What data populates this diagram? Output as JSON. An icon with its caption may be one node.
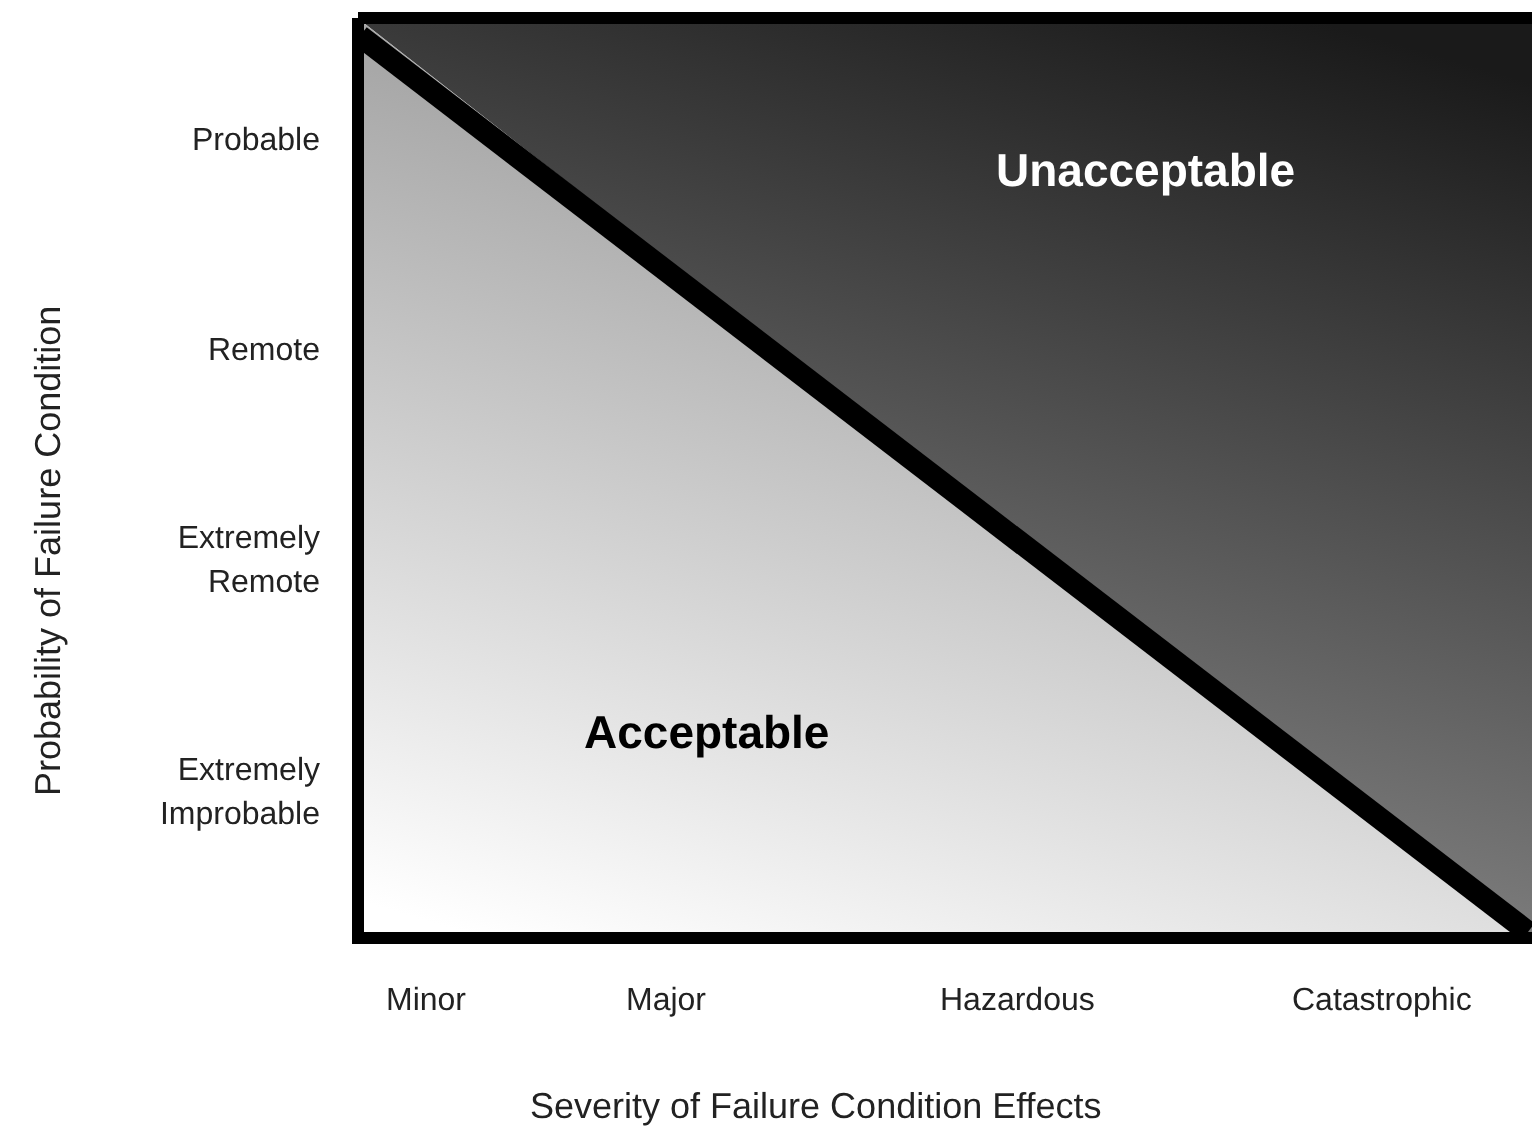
{
  "diagram": {
    "nodes": [
      {
        "text": [
          "Unacceptable"
        ]
      },
      {
        "text": [
          "Acceptable"
        ]
      }
    ],
    "labels": [
      "Probability of Failure Condition",
      "Probable",
      "Remote",
      "Extremely Remote",
      "Extremely Improbable",
      "Minor",
      "Major",
      "Hazardous",
      "Catastrophic",
      "Severity of Failure Condition Effects"
    ]
  }
}
